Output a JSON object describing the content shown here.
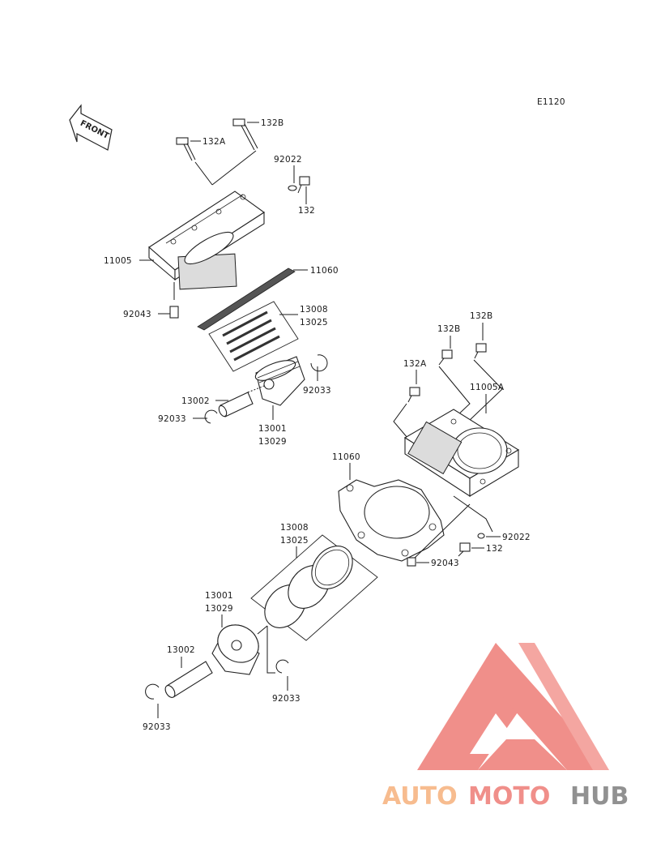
{
  "diagram_code": "E1120",
  "front_label": "FRONT",
  "labels": {
    "top_132B": "132B",
    "top_132A": "132A",
    "top_92022": "92022",
    "top_132": "132",
    "top_11005": "11005",
    "top_11060": "11060",
    "top_92043": "92043",
    "top_13008": "13008",
    "top_13025": "13025",
    "top_92033_right": "92033",
    "top_13002": "13002",
    "top_92033_left": "92033",
    "top_13001": "13001",
    "top_13029": "13029",
    "rear_132B": "132B",
    "rear_132B_2": "132B",
    "rear_132A": "132A",
    "rear_11005A": "11005A",
    "rear_11060": "11060",
    "rear_92022": "92022",
    "rear_132": "132",
    "rear_92043": "92043",
    "rear_13008": "13008",
    "rear_13025": "13025",
    "rear_13001": "13001",
    "rear_13029": "13029",
    "rear_13002": "13002",
    "rear_92033_right": "92033",
    "rear_92033_left": "92033"
  },
  "watermark": {
    "part1": "AUTO",
    "part2": "MOTO",
    "part3": "HUB",
    "color_orange": "#f7b98a",
    "color_red": "#f08a84",
    "color_gray": "#8c8c8c"
  }
}
